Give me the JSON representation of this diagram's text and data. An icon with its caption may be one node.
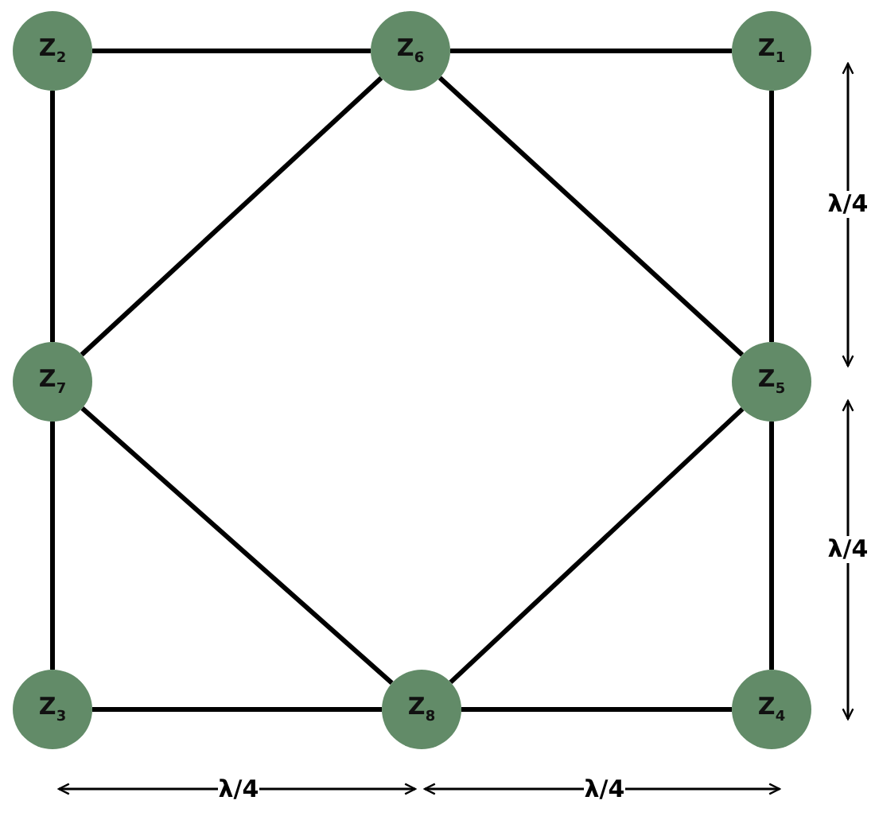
{
  "diagram": {
    "nodes": [
      {
        "text": [
          "Z$_{2}$"
        ]
      },
      {
        "text": [
          "Z$_{6}$"
        ]
      },
      {
        "text": [
          "Z$_{1}$"
        ]
      },
      {
        "text": [
          "Z$_{7}$"
        ]
      },
      {
        "text": [
          "Z$_{5}$"
        ]
      },
      {
        "text": [
          "Z$_{3}$"
        ]
      },
      {
        "text": [
          "Z$_{8}$"
        ]
      },
      {
        "text": [
          "Z$_{4}$"
        ]
      }
    ],
    "edges": [
      {
        "from": 0,
        "to": 1,
        "arrow": "none"
      },
      {
        "from": 1,
        "to": 2,
        "arrow": "none"
      },
      {
        "from": 0,
        "to": 3,
        "arrow": "none"
      },
      {
        "from": 2,
        "to": 4,
        "arrow": "none"
      },
      {
        "from": 1,
        "to": 3,
        "arrow": "none"
      },
      {
        "from": 1,
        "to": 4,
        "arrow": "none"
      },
      {
        "from": 3,
        "to": 5,
        "arrow": "none"
      },
      {
        "from": 4,
        "to": 7,
        "arrow": "none"
      },
      {
        "from": 3,
        "to": 6,
        "arrow": "none"
      },
      {
        "from": 4,
        "to": 6,
        "arrow": "none"
      },
      {
        "from": 5,
        "to": 6,
        "arrow": "none"
      },
      {
        "from": 6,
        "to": 7,
        "arrow": "none"
      }
    ],
    "labels": [
      "λ/4",
      "λ/4",
      "λ/4",
      "λ/4"
    ]
  }
}
